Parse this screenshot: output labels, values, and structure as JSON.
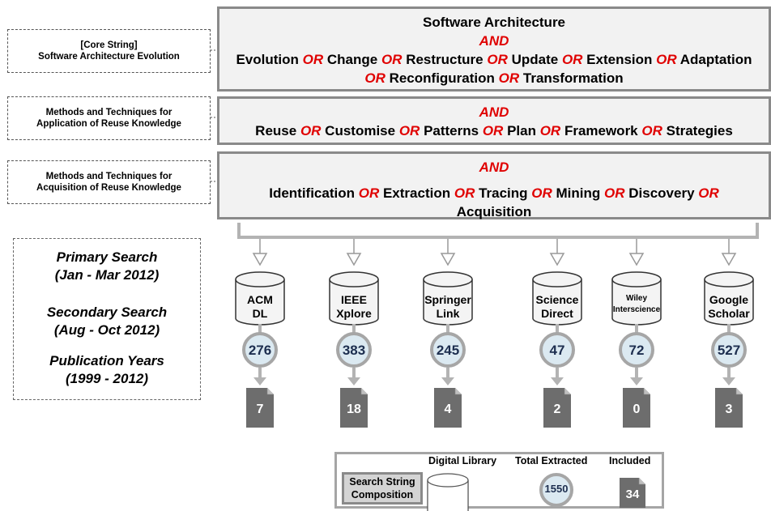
{
  "labels": {
    "core": [
      "[Core String]",
      "Software Architecture Evolution"
    ],
    "application": [
      "Methods and Techniques for",
      "Application of Reuse Knowledge"
    ],
    "acquisition": [
      "Methods and Techniques for",
      "Acquisition of Reuse Knowledge"
    ]
  },
  "query": {
    "core_title": "Software Architecture",
    "and": "AND",
    "or": "OR",
    "core_terms_line1": [
      "Evolution",
      "Change",
      "Restructure",
      "Update",
      "Extension",
      "Adaptation"
    ],
    "core_terms_line2": [
      "Reconfiguration",
      "Transformation"
    ],
    "reuse_terms": [
      "Reuse",
      "Customise",
      "Patterns",
      "Plan",
      "Framework",
      "Strategies"
    ],
    "acq_terms_line1": [
      "Identification",
      "Extraction",
      "Tracing",
      "Mining",
      "Discovery"
    ],
    "acq_terms_line2": [
      "Acquisition"
    ]
  },
  "search_info": {
    "primary_title": "Primary Search",
    "primary_dates": "(Jan - Mar 2012)",
    "secondary_title": "Secondary Search",
    "secondary_dates": "(Aug - Oct 2012)",
    "years_title": "Publication Years",
    "years_range": "(1999  - 2012)"
  },
  "libraries": [
    {
      "name_lines": [
        "ACM",
        "DL"
      ],
      "extracted": "276",
      "included": "7"
    },
    {
      "name_lines": [
        "IEEE",
        "Xplore"
      ],
      "extracted": "383",
      "included": "18"
    },
    {
      "name_lines": [
        "Springer",
        "Link"
      ],
      "extracted": "245",
      "included": "4"
    },
    {
      "name_lines": [
        "Science",
        "Direct"
      ],
      "extracted": "47",
      "included": "2"
    },
    {
      "name_lines": [
        "Wiley",
        "Interscience"
      ],
      "extracted": "72",
      "included": "0"
    },
    {
      "name_lines": [
        "Google",
        "Scholar"
      ],
      "extracted": "527",
      "included": "3"
    }
  ],
  "legend": {
    "string_lines": [
      "Search String",
      "Composition"
    ],
    "library_label": "Digital Library",
    "extracted_label": "Total Extracted",
    "included_label": "Included",
    "total_extracted": "1550",
    "total_included": "34"
  },
  "colors": {
    "operator": "#e00000",
    "box_fill": "#f2f2f2",
    "box_border": "#8a8a8a",
    "circle_fill": "#dbe9f1",
    "circle_border": "#a6a6a6",
    "doc_fill": "#6d6d6d",
    "arrow": "#b3b3b3"
  }
}
